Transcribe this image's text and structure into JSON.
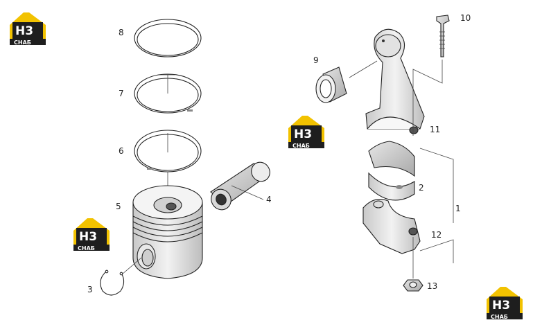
{
  "parts": {
    "p1": "1",
    "p2": "2",
    "p3": "3",
    "p4": "4",
    "p5": "5",
    "p6": "6",
    "p7": "7",
    "p8": "8",
    "p9": "9",
    "p10": "10",
    "p11": "11",
    "p12": "12",
    "p13": "13"
  },
  "watermark": {
    "mark": "H3",
    "word": "СНАБ",
    "colors": {
      "yellow": "#f2c200",
      "dark": "#1e1e1e",
      "white": "#ffffff"
    }
  }
}
